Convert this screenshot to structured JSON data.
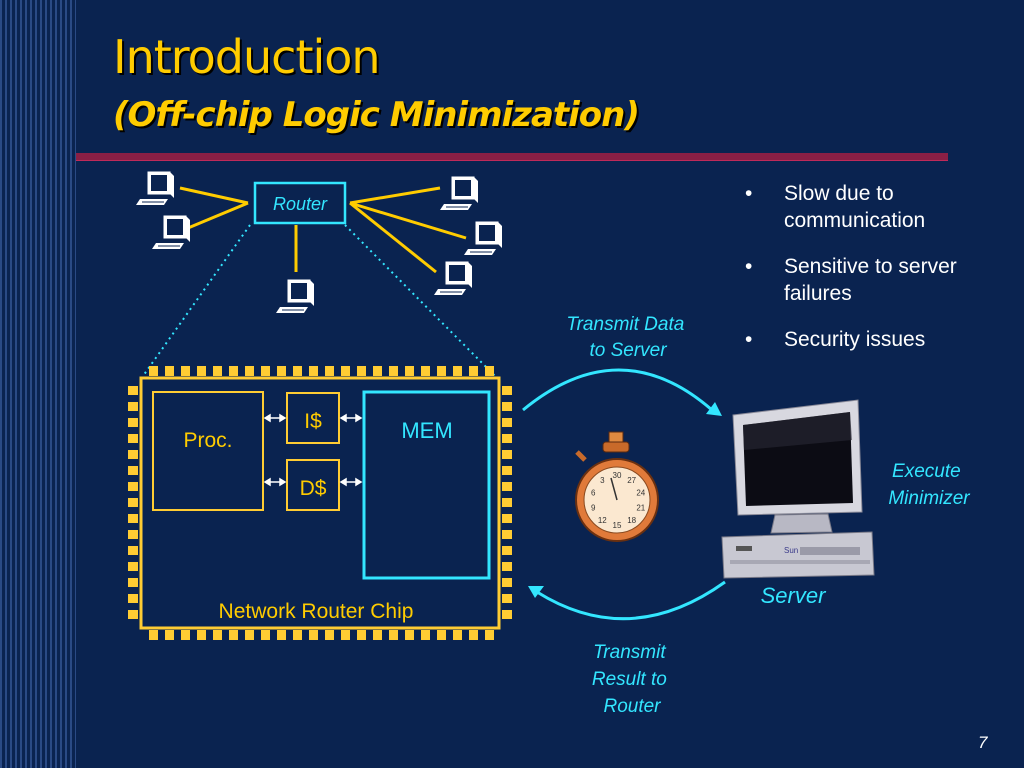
{
  "slide": {
    "title": "Introduction",
    "subtitle": "(Off-chip Logic Minimization)",
    "page_number": "7"
  },
  "bullets": [
    "Slow due to communication",
    "Sensitive to server failures",
    "Security issues"
  ],
  "diagram": {
    "router_label": "Router",
    "chip_label": "Network Router Chip",
    "proc_label": "Proc.",
    "icache_label": "I$",
    "dcache_label": "D$",
    "mem_label": "MEM",
    "transmit_data": [
      "Transmit Data",
      "to Server"
    ],
    "transmit_result": [
      "Transmit",
      "Result to",
      "Router"
    ],
    "execute_minimizer": [
      "Execute",
      "Minimizer"
    ],
    "server_label": "Server",
    "server_logo": "Sun",
    "stopwatch_numbers": [
      "30",
      "27",
      "24",
      "21",
      "18",
      "15",
      "12",
      "9",
      "6",
      "3"
    ]
  },
  "colors": {
    "background": "#0a2350",
    "title": "#ffcc00",
    "rule": "#8a1f45",
    "chip_border": "#ffcc33",
    "cyan": "#33e6ff",
    "label_yellow": "#ffcc00"
  }
}
